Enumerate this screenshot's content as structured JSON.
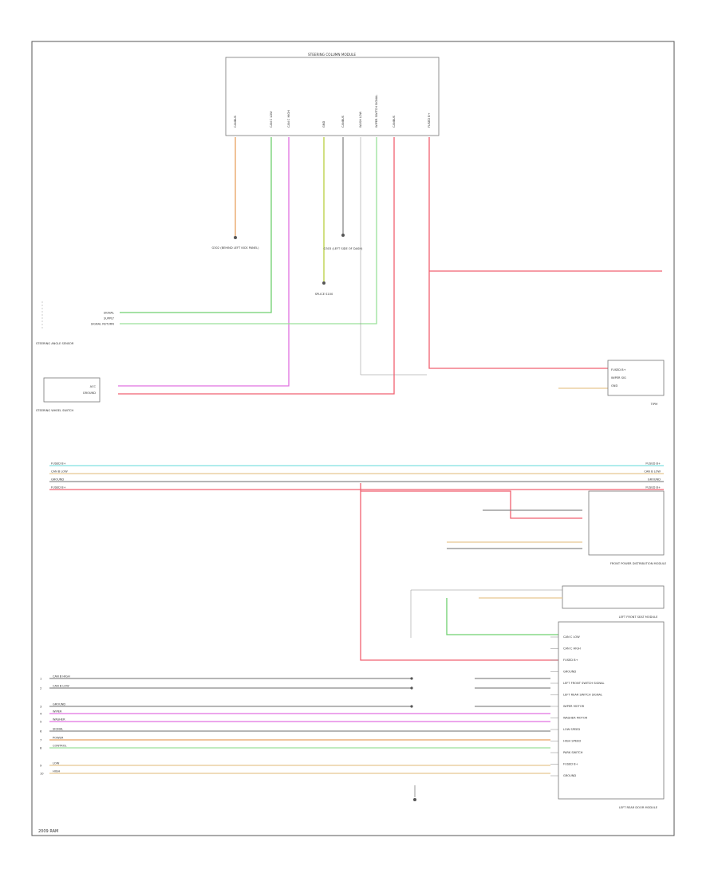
{
  "colors": {
    "orange": "#e8a060",
    "green": "#6fd06f",
    "violet": "#e070e0",
    "yellow_green": "#b8d040",
    "gray": "#8a8a8a",
    "red": "#f06070",
    "cyan": "#80e0e0",
    "tan": "#e8c890",
    "light_green": "#9ae09a"
  },
  "labels": {
    "top_module_title": "STEERING COLUMN MODULE",
    "top_pins": [
      "CANBUS",
      "CAN C LOW",
      "CAN C HIGH",
      "GND",
      "CANBUS",
      "WASH LOW",
      "WIPER SWITCH SIGNAL",
      "CANBUS",
      "FUSED B+"
    ],
    "ground_left": "G302 (BEHIND LEFT KICK PANEL)",
    "ground_mid": "G303 (LEFT SIDE OF DASH)",
    "splice_mid": "SPLICE S100",
    "left_sensor_box": "STEERING ANGLE SENSOR",
    "left_sensor_lines": [
      "SIGNAL",
      "SUPPLY",
      "SIGNAL RETURN"
    ],
    "left_switch_box": "STEERING WHEEL SWITCH",
    "left_switch_lines": [
      "ACC",
      "GROUND"
    ],
    "tipm_right": "TIPM",
    "tipm_lines": [
      "FUSED B+",
      "WIPER SIG",
      "GND"
    ],
    "right_module_1": "FRONT POWER DISTRIBUTION MODULE",
    "right_module_2": "LEFT FRONT SEAT MODULE",
    "right_module_3": "LEFT REAR DOOR MODULE",
    "page_footer": "2009 RAM"
  },
  "bus_rows": [
    {
      "label": "FUSED B+",
      "color": "cyan"
    },
    {
      "label": "CAN B LOW",
      "color": "tan"
    },
    {
      "label": "GROUND",
      "color": "gray"
    },
    {
      "label": "FUSED B+",
      "color": "red"
    }
  ],
  "bottom_rows": [
    {
      "num": "1",
      "label": "CAN B HIGH",
      "color": "gray"
    },
    {
      "num": "2",
      "label": "CAN B LOW",
      "color": "gray"
    },
    {
      "num": "3",
      "label": "GROUND",
      "color": "gray"
    },
    {
      "num": "4",
      "label": "WIPER",
      "color": "violet"
    },
    {
      "num": "5",
      "label": "WASHER",
      "color": "violet"
    },
    {
      "num": "6",
      "label": "SIGNAL",
      "color": "gray"
    },
    {
      "num": "7",
      "label": "POWER",
      "color": "orange"
    },
    {
      "num": "8",
      "label": "CONTROL",
      "color": "light_green"
    },
    {
      "num": "9",
      "label": "LOW",
      "color": "tan"
    },
    {
      "num": "10",
      "label": "HIGH",
      "color": "tan"
    }
  ],
  "right_pins": [
    "CAN C LOW",
    "CAN C HIGH",
    "FUSED B+",
    "GROUND",
    "LEFT FRONT SWITCH SIGNAL",
    "LEFT REAR SWITCH SIGNAL",
    "WIPER MOTOR",
    "WASHER MOTOR",
    "LOW SPEED",
    "HIGH SPEED",
    "PARK SWITCH",
    "FUSED B+",
    "GROUND"
  ]
}
